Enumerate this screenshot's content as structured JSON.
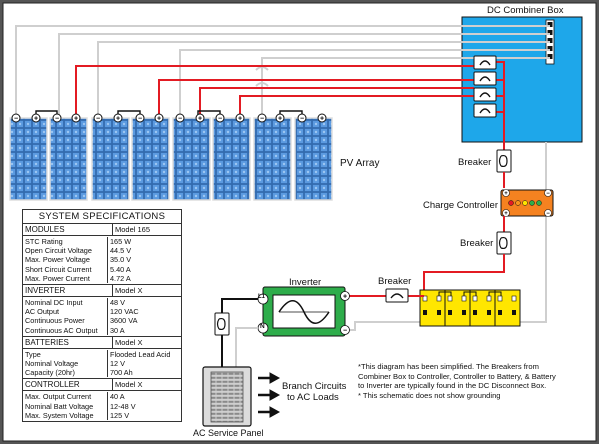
{
  "labels": {
    "dc_combiner_box": "DC Combiner Box",
    "pv_array": "PV Array",
    "breaker_top": "Breaker",
    "charge_controller": "Charge Controller",
    "breaker_mid": "Breaker",
    "inverter": "Inverter",
    "breaker_inv": "Breaker",
    "terminal_l1": "L1",
    "terminal_n": "N",
    "branch_circuits_line1": "Branch Circuits",
    "branch_circuits_line2": "to AC Loads",
    "ac_service_panel": "AC Service Panel"
  },
  "notes": {
    "line1": "*This diagram has been simplified. The Breakers from",
    "line2": "Combiner Box to Controller, Controller to Battery, & Battery",
    "line3": "to Inverter are typically found in the DC Disconnect Box.",
    "line4": "* This schematic does not show grounding"
  },
  "specs": {
    "title": "SYSTEM SPECIFICATIONS",
    "modules": {
      "header": "MODULES",
      "model": "Model 165",
      "rows": [
        {
          "k": "STC Rating",
          "v": "165 W"
        },
        {
          "k": "Open Circuit Voltage",
          "v": "44.5 V"
        },
        {
          "k": "Max. Power Voltage",
          "v": "35.0 V"
        },
        {
          "k": "Short Circuit Current",
          "v": "5.40 A"
        },
        {
          "k": "Max. Power Current",
          "v": "4.72 A"
        }
      ]
    },
    "inverter": {
      "header": "INVERTER",
      "model": "Model X",
      "rows": [
        {
          "k": "Nominal DC Input",
          "v": "48 V"
        },
        {
          "k": "AC Output",
          "v": "120 VAC"
        },
        {
          "k": "Continuous Power",
          "v": "3600 VA"
        },
        {
          "k": "Continuous AC Output",
          "v": "30 A"
        }
      ]
    },
    "batteries": {
      "header": "BATTERIES",
      "model": "Model X",
      "rows": [
        {
          "k": "Type",
          "v": "Flooded Lead Acid"
        },
        {
          "k": "Nominal Voltage",
          "v": "12 V"
        },
        {
          "k": "Capacity (20hr)",
          "v": "700 Ah"
        }
      ]
    },
    "controller": {
      "header": "CONTROLLER",
      "model": "Model X",
      "rows": [
        {
          "k": "Max. Output Current",
          "v": "40 A"
        },
        {
          "k": "Nominal Batt Voltage",
          "v": "12-48 V"
        },
        {
          "k": "Max. System Voltage",
          "v": "125 V"
        }
      ]
    }
  },
  "colors": {
    "background": "#555555",
    "combiner_box": "#1EA7EA",
    "positive_wire": "#E31B23",
    "negative_wire": "#FFFFFF",
    "panel": "#3D7DC8",
    "inverter": "#2EAD4B",
    "charge_controller": "#F58220",
    "battery": "#FFE600"
  }
}
